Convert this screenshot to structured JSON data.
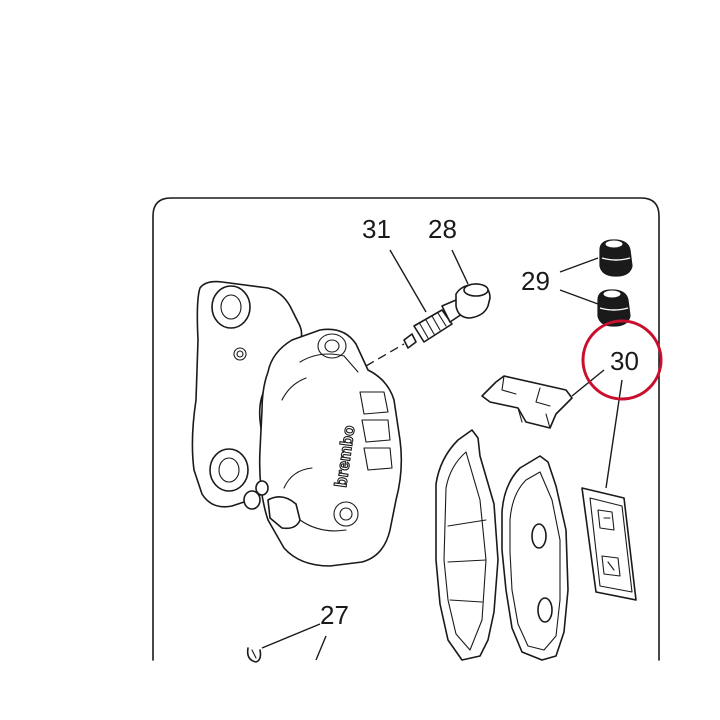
{
  "callouts": {
    "p27": "27",
    "p28": "28",
    "p29": "29",
    "p30": "30",
    "p31": "31"
  },
  "caliper_brand": "brembo",
  "highlight_color": "#c8102e",
  "line_color": "#1a1a1a",
  "background_color": "#ffffff"
}
